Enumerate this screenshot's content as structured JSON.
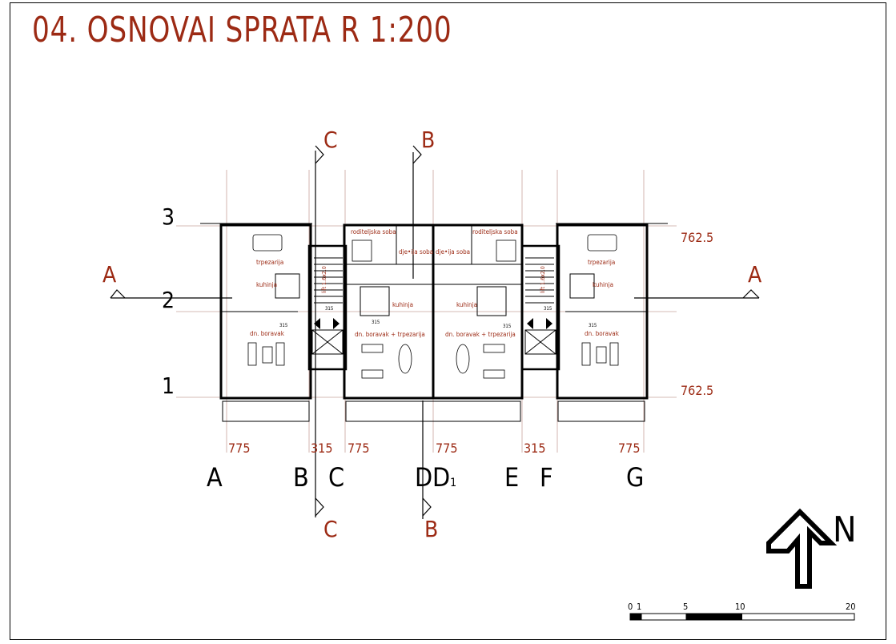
{
  "title": "04.  OSNOVAI SPRATA R 1:200",
  "colors": {
    "accent": "#9c2a14",
    "line": "#000000",
    "grid": "#c8a49c"
  },
  "rows": [
    "3",
    "2",
    "1"
  ],
  "row_dims": [
    "762.5",
    "762.5"
  ],
  "columns": [
    "A",
    "B",
    "C",
    "D",
    "D1",
    "E",
    "F",
    "G"
  ],
  "column_dims": [
    "775",
    "315",
    "775",
    "775",
    "315",
    "775"
  ],
  "section_markers": {
    "a_left": "A",
    "a_right": "A",
    "b_top": "B",
    "b_bottom": "B",
    "c_top": "C",
    "c_bottom": "C"
  },
  "rooms": {
    "left_dining": "trpezarija",
    "left_kitchen": "kuhinja",
    "left_living": "dn. boravak",
    "left_stair": "lift 1.6x2.0",
    "center_left_bedroom": "roditeljska soba",
    "center_left_kids": "dje•ija soba",
    "center_left_kitchen": "kuhinja",
    "center_left_living": "dn. boravak + trpezarija",
    "center_right_bedroom": "roditeljska soba",
    "center_right_kids": "dje•ija soba",
    "center_right_kitchen": "kuhinja",
    "center_right_living": "dn. boravak + trpezarija",
    "right_dining": "trpezarija",
    "right_kitchen": "kuhinja",
    "right_living": "dn. boravak",
    "right_stair": "lift 1.6x2.0"
  },
  "levels": [
    "315",
    "315",
    "315",
    "315",
    "315",
    "315"
  ],
  "north": "N",
  "scale_bar": [
    "0",
    "1",
    "5",
    "10",
    "20"
  ]
}
